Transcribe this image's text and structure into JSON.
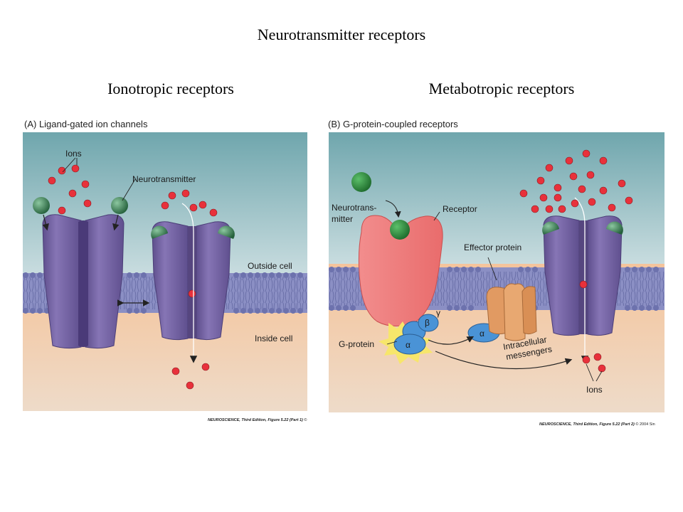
{
  "title": "Neurotransmitter receptors",
  "left": {
    "heading": "Ionotropic receptors",
    "panel_label": "(A)  Ligand-gated ion channels",
    "labels": {
      "ions": "Ions",
      "neurotransmitter": "Neurotransmitter",
      "outside": "Outside cell",
      "inside": "Inside cell"
    },
    "credit_title": "NEUROSCIENCE, Third Edition, Figure 5.22 (Part 1)",
    "credit_tail": "©"
  },
  "right": {
    "heading": "Metabotropic receptors",
    "panel_label": "(B)  G-protein-coupled receptors",
    "labels": {
      "neurotransmitter_1": "Neurotrans-",
      "neurotransmitter_2": "mitter",
      "receptor": "Receptor",
      "effector": "Effector protein",
      "gprotein": "G-protein",
      "intracellular_1": "Intracellular",
      "intracellular_2": "messengers",
      "ions": "Ions",
      "alpha": "α",
      "beta": "β",
      "gamma": "γ"
    },
    "credit_title": "NEUROSCIENCE, Third Edition, Figure 5.22 (Part 2)",
    "credit_tail": "© 2004 Sin"
  },
  "colors": {
    "sky_top": "#6fa6ad",
    "sky_bottom": "#c9dde0",
    "inside_top": "#f6c79e",
    "inside_bottom": "#efd9c6",
    "membrane": "#8b8fc4",
    "channel": "#7a69a8",
    "ion": "#e8313b",
    "ligand": "#3e8a5a",
    "receptor": "#f07c7c",
    "effector": "#e19a62",
    "gprotein": "#4a93d6"
  }
}
